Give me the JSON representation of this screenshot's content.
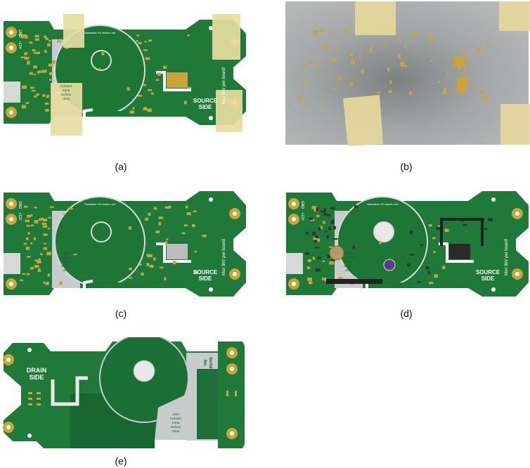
{
  "captions": {
    "a": "(a)",
    "b": "(b)",
    "c": "(c)",
    "d": "(d)",
    "e": "(e)"
  },
  "silkscreen": {
    "title": "Stackable HV switch unit",
    "gnd": "GND",
    "v12": "+12V",
    "source_side": [
      "SOURCE",
      "SIDE"
    ],
    "drain_side": [
      "DRAIN",
      "SIDE"
    ],
    "max_voltage": "Max 3kV per board!",
    "isolation": [
      "10kV",
      "Isolated",
      "Keep",
      "surface",
      "clean"
    ],
    "serial": [
      "Serial",
      "No."
    ]
  },
  "colors": {
    "pcb_green": "#1f7a3a",
    "pcb_dark": "#17652f",
    "gold": "#c9a43a",
    "tape": "#e6dba0",
    "stencil": "#a9abab",
    "isolation_gray": "#c9cccc"
  }
}
